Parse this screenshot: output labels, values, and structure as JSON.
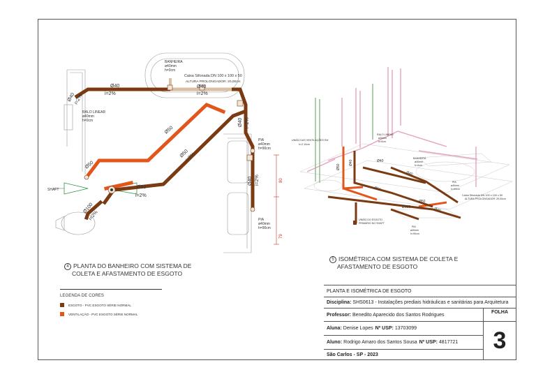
{
  "colors": {
    "esgoto": "#7a3b12",
    "ventilacao": "#e2561b",
    "ventilacao_iso": "#e6a2c0",
    "shaft_green": "#2e9a3f"
  },
  "plan": {
    "caption_num": "4",
    "caption_line1": "PLANTA DO BANHEIRO COM SISTEMA DE",
    "caption_line2": "COLETA E AFASTAMENTO DE ESGOTO",
    "labels": {
      "banheira": "BANHEIRA",
      "banheira_d": "ø40mm",
      "banheira_h": "h=0cm",
      "caixa": "Caixa Sifonada DN 100 x 100 x 50",
      "altura": "ALTURA PROLONGADOR: 20,00cm",
      "raio_linear": "RALO LINEAR",
      "raio_d": "ø40mm",
      "raio_h": "h=0cm",
      "shaft": "SHAFT",
      "pia": "PIA",
      "pia_d": "ø40mm",
      "pia_h": "h=90cm",
      "pia2": "PIA",
      "pia2_d": "ø40mm",
      "pia2_h": "h=90cm",
      "d40": "Ø40",
      "i2": "i=2%",
      "d50": "Ø50",
      "d100": "Ø100",
      "dim80": "80",
      "dim79": "79"
    }
  },
  "iso": {
    "caption_num": "5",
    "caption_line1": "ISOMÉTRICA COM SISTEMA DE COLETA E",
    "caption_line2": "AFASTAMENTO DE ESGOTO",
    "labels": {
      "uniao_vent": "UNIÃO DAS VENTILAÇÕES EM",
      "uniao_vent_h": "h=2,10cm",
      "raio_linear": "RALO LINEAR",
      "raio_d": "ø40mm",
      "raio_h": "h=0cm",
      "banheira": "BANHEIRA",
      "banheira_d": "ø40mm",
      "banheira_h": "h=0cm",
      "pia": "PIA",
      "pia_d": "ø40mm",
      "pia_h": "h=90cm",
      "caixa": "Caixa Sifonada DN 100 x 100 x 50",
      "altura": "ALTURA PROLONGADOR: 20,00cm",
      "uniao_esgoto": "UNIÃO DO ESGOTO",
      "uniao_esgoto2": "PRIMÁRIO NO SHAFT",
      "pia2": "PIA",
      "pia2_d": "ø40mm",
      "pia2_h": "h=90cm",
      "d50": "Ø50",
      "d40": "Ø40",
      "d100": "Ø100"
    }
  },
  "legend": {
    "title": "LEGENDA DE CORES",
    "items": [
      {
        "label": "ESGOTO - PVC ESGOTO SÉRIE NORMAL"
      },
      {
        "label": "VENTILAÇÃO - PVC ESGOTO SÉRIE NORMAL"
      }
    ]
  },
  "title_block": {
    "title": "PLANTA E ISOMÉTRICA DE ESGOTO",
    "disciplina_label": "Disciplina:",
    "disciplina": "SHS0613 - Instalações prediais hidráulicas e sanitárias para Arquitetura",
    "professor_label": "Professor:",
    "professor": "Benedito Aparecido dos Santos Rodrigues",
    "aluna_label": "Aluna:",
    "aluna": "Denise Lopes",
    "aluna_usp_label": "Nº USP:",
    "aluna_usp": "13703099",
    "aluno_label": "Aluno:",
    "aluno": "Rodrigo Amaro dos Santos Sousa",
    "aluno_usp_label": "Nº USP:",
    "aluno_usp": "4817721",
    "local": "São Carlos - SP - 2023",
    "folha_label": "FOLHA",
    "folha": "3"
  }
}
